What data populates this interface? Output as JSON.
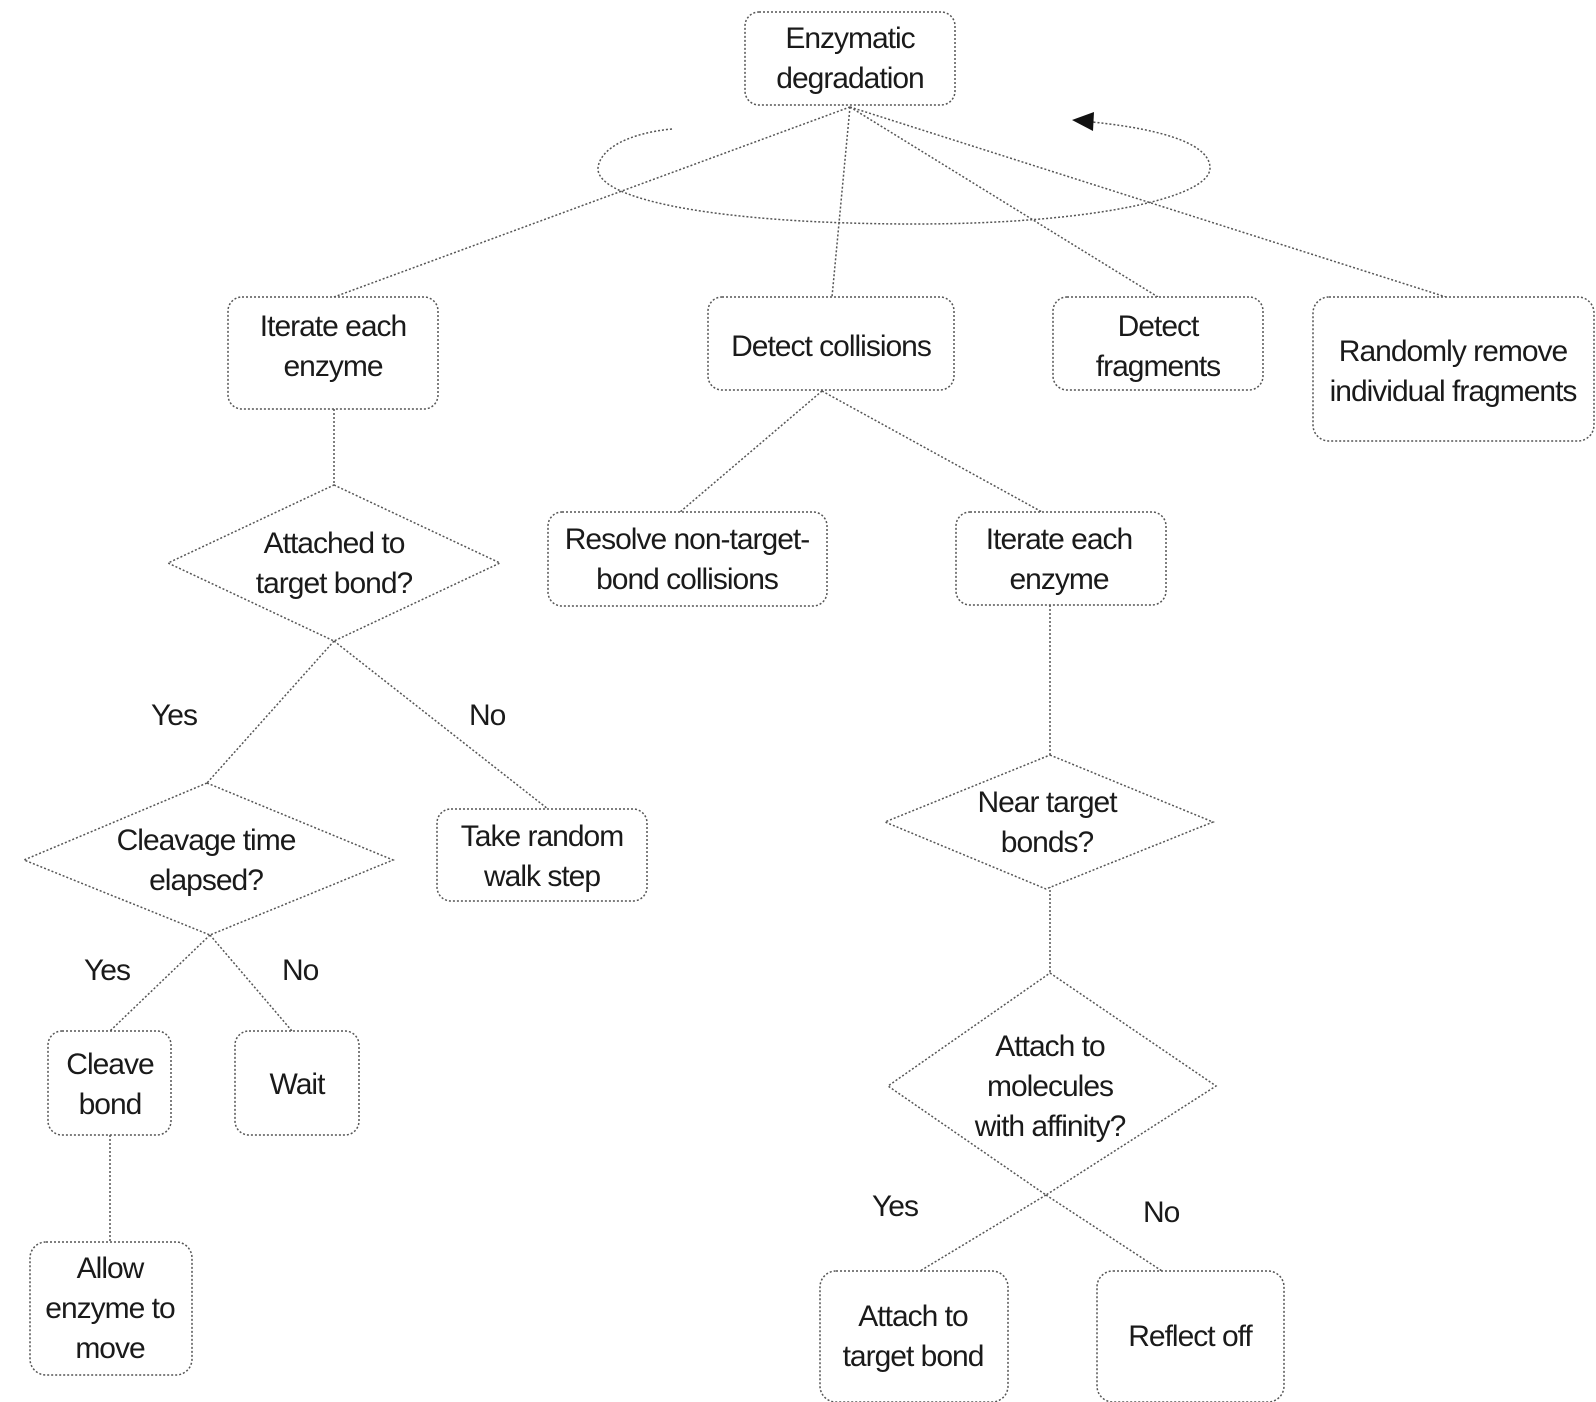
{
  "nodes": {
    "root": {
      "lines": [
        "Enzymatic",
        "degradation"
      ]
    },
    "iterate_each_enzyme_1": {
      "lines": [
        "Iterate each",
        "enzyme"
      ]
    },
    "detect_collisions": {
      "lines": [
        "Detect collisions"
      ]
    },
    "detect_fragments": {
      "lines": [
        "Detect",
        "fragments"
      ]
    },
    "randomly_remove": {
      "lines": [
        "Randomly remove",
        "individual fragments"
      ]
    },
    "attached_to_target": {
      "lines": [
        "Attached to",
        "target bond?"
      ]
    },
    "cleavage_time": {
      "lines": [
        "Cleavage time",
        "elapsed?"
      ]
    },
    "take_random_walk": {
      "lines": [
        "Take random",
        "walk step"
      ]
    },
    "cleave_bond": {
      "lines": [
        "Cleave",
        "bond"
      ]
    },
    "wait": {
      "lines": [
        "Wait"
      ]
    },
    "allow_enzyme_move": {
      "lines": [
        "Allow",
        "enzyme to",
        "move"
      ]
    },
    "resolve_non_target": {
      "lines": [
        "Resolve non-target-",
        "bond collisions"
      ]
    },
    "iterate_each_enzyme_2": {
      "lines": [
        "Iterate each",
        "enzyme"
      ]
    },
    "near_target_bonds": {
      "lines": [
        "Near target",
        "bonds?"
      ]
    },
    "attach_to_molecules": {
      "lines": [
        "Attach to",
        "molecules",
        "with affinity?"
      ]
    },
    "attach_to_target_bond": {
      "lines": [
        "Attach to",
        "target bond"
      ]
    },
    "reflect_off": {
      "lines": [
        "Reflect off"
      ]
    }
  },
  "edge_labels": {
    "attached_yes": "Yes",
    "attached_no": "No",
    "cleavage_yes": "Yes",
    "cleavage_no": "No",
    "affinity_yes": "Yes",
    "affinity_no": "No"
  }
}
